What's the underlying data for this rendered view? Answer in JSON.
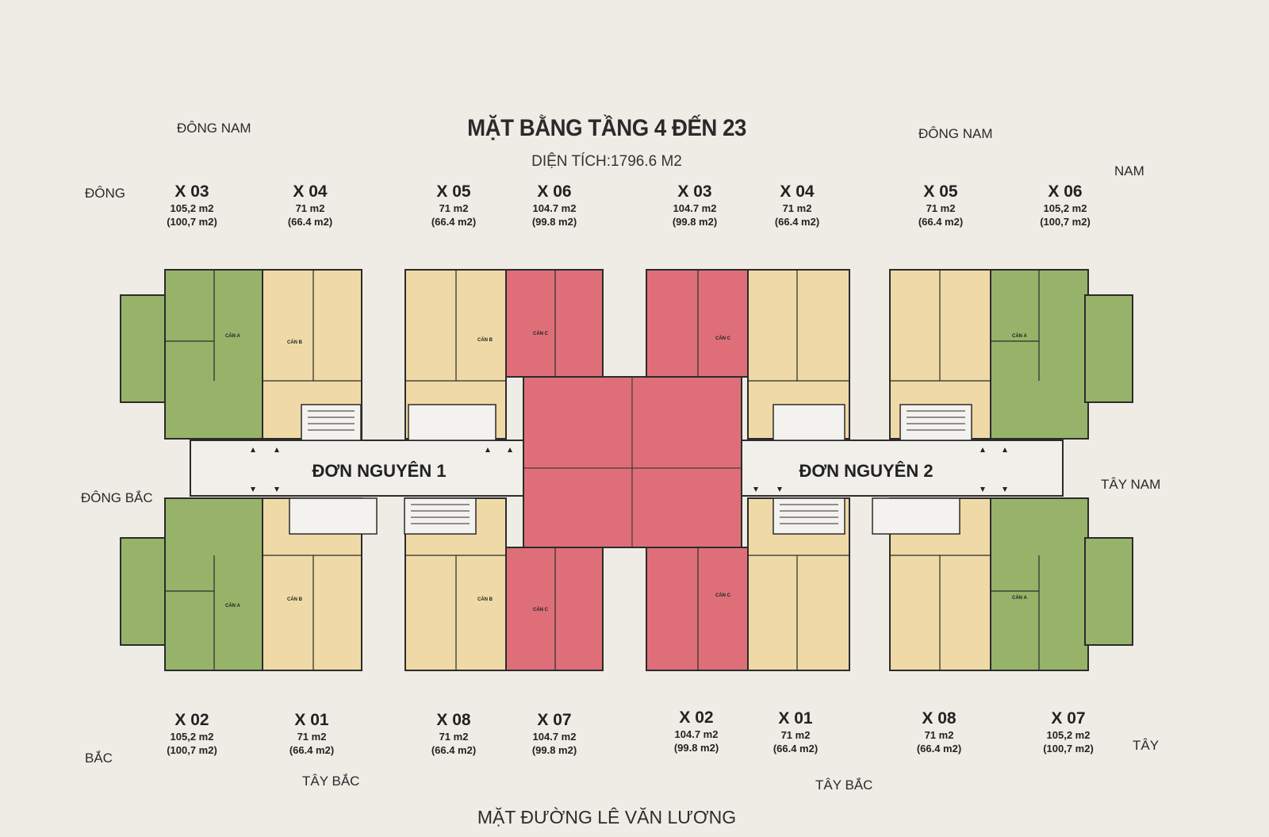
{
  "title": "MẶT BẰNG TẦNG 4 ĐẾN 23",
  "subtitle": "DIỆN TÍCH:1796.6 M2",
  "footer": "MẶT ĐƯỜNG LÊ VĂN LƯƠNG",
  "directions": {
    "dong_nam_left": "ĐÔNG NAM",
    "dong_nam_right": "ĐÔNG NAM",
    "nam": "NAM",
    "dong": "ĐÔNG",
    "dong_bac": "ĐÔNG BẮC",
    "tay_nam": "TÂY NAM",
    "bac": "BẮC",
    "tay_bac_left": "TÂY BẮC",
    "tay_bac_right": "TÂY BẮC",
    "tay": "TÂY"
  },
  "blocks": [
    "ĐƠN NGUYÊN 1",
    "ĐƠN NGUYÊN 2"
  ],
  "units_top": [
    {
      "code": "X 03",
      "area": "105,2 m2",
      "net": "(100,7 m2)"
    },
    {
      "code": "X 04",
      "area": "71 m2",
      "net": "(66.4 m2)"
    },
    {
      "code": "X 05",
      "area": "71 m2",
      "net": "(66.4 m2)"
    },
    {
      "code": "X 06",
      "area": "104.7 m2",
      "net": "(99.8 m2)"
    },
    {
      "code": "X 03",
      "area": "104.7 m2",
      "net": "(99.8 m2)"
    },
    {
      "code": "X 04",
      "area": "71 m2",
      "net": "(66.4 m2)"
    },
    {
      "code": "X 05",
      "area": "71 m2",
      "net": "(66.4 m2)"
    },
    {
      "code": "X 06",
      "area": "105,2 m2",
      "net": "(100,7 m2)"
    }
  ],
  "units_bottom": [
    {
      "code": "X 02",
      "area": "105,2 m2",
      "net": "(100,7 m2)"
    },
    {
      "code": "X 01",
      "area": "71 m2",
      "net": "(66.4 m2)"
    },
    {
      "code": "X 08",
      "area": "71 m2",
      "net": "(66.4 m2)"
    },
    {
      "code": "X 07",
      "area": "104.7 m2",
      "net": "(99.8 m2)"
    },
    {
      "code": "X 02",
      "area": "104.7 m2",
      "net": "(99.8 m2)"
    },
    {
      "code": "X 01",
      "area": "71 m2",
      "net": "(66.4 m2)"
    },
    {
      "code": "X 08",
      "area": "71 m2",
      "net": "(66.4 m2)"
    },
    {
      "code": "X 07",
      "area": "105,2 m2",
      "net": "(100,7 m2)"
    }
  ],
  "apartment_types": {
    "a": "CĂN A",
    "b": "CĂN B",
    "c": "CĂN C"
  },
  "colors": {
    "background": "#efece6",
    "type_a_green": "#97b36a",
    "type_b_beige": "#efd9a6",
    "type_c_red": "#de6f79",
    "corridor": "#f1efea",
    "wall": "#2b2b2b"
  }
}
